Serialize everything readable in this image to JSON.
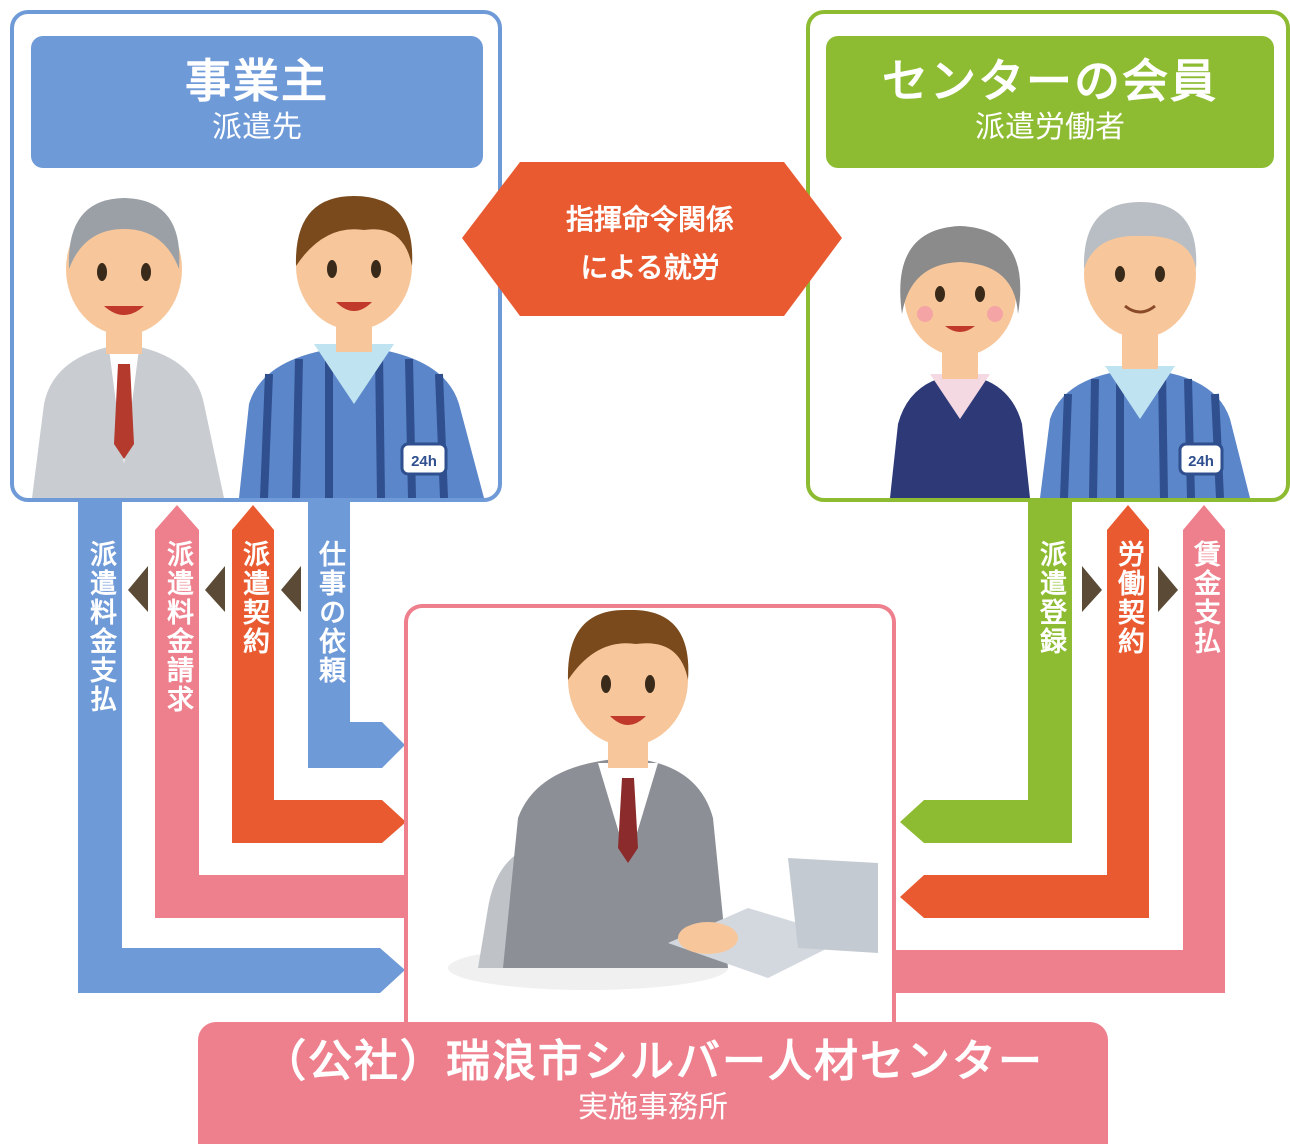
{
  "employer": {
    "title": "事業主",
    "subtitle": "派遣先",
    "badge": "24h",
    "color": "#6f9ad8"
  },
  "member": {
    "title": "センターの会員",
    "subtitle": "派遣労働者",
    "badge": "24h",
    "color": "#8dbc32"
  },
  "relation": {
    "line1": "指揮命令関係",
    "line2": "による就労",
    "color": "#e95a30"
  },
  "center": {
    "title": "（公社）瑞浪市シルバー人材センター",
    "subtitle": "実施事務所",
    "color": "#ee7f8c"
  },
  "flows_left": {
    "payment": "派遣料金支払",
    "billing": "派遣料金請求",
    "contract": "派遣契約",
    "request": "仕事の依頼"
  },
  "flows_right": {
    "registration": "派遣登録",
    "labor_contract": "労働契約",
    "wage_payment": "賃金支払"
  },
  "colors": {
    "blue": "#6f9ad8",
    "pink": "#ee7f8c",
    "orange": "#e95a30",
    "green": "#8dbc32",
    "brown": "#5a4a36"
  }
}
